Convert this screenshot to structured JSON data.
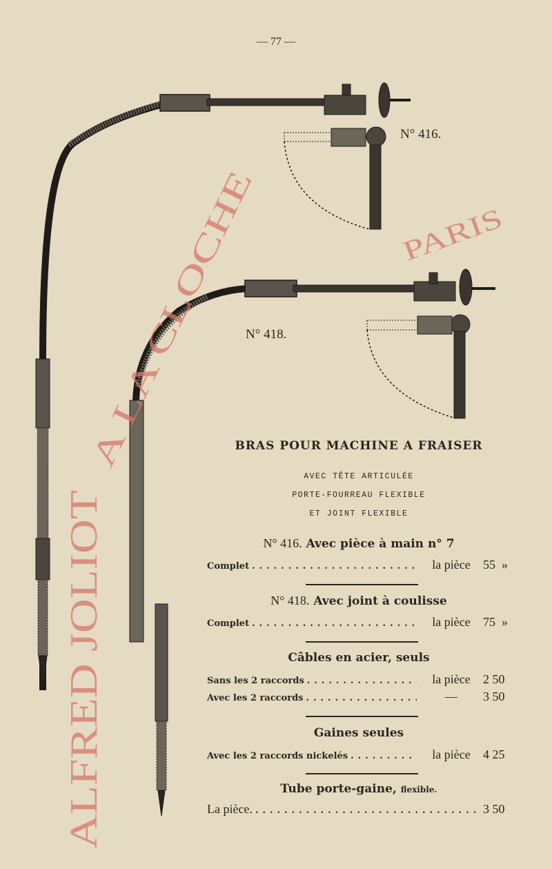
{
  "page_number": "— 77 —",
  "figures": [
    {
      "label": "N° 416."
    },
    {
      "label": "N° 418."
    }
  ],
  "stamp": {
    "line1": "A LA CLOCHE",
    "line2": "ALFRED JOLIOT",
    "line3": "PARIS",
    "color": "#d4766a"
  },
  "title": "BRAS POUR MACHINE A FRAISER",
  "subtitle": [
    "AVEC TÊTE ARTICULÉE",
    "PORTE-FOURREAU FLEXIBLE",
    "ET JOINT FLEXIBLE"
  ],
  "sections": [
    {
      "no": "N° 416.",
      "heading": "Avec pièce à main n° 7",
      "lines": [
        {
          "label": "Complet",
          "unit": "la pièce",
          "price": "55  »"
        }
      ]
    },
    {
      "no": "N° 418.",
      "heading": "Avec joint à coulisse",
      "lines": [
        {
          "label": "Complet",
          "unit": "la pièce",
          "price": "75  »"
        }
      ]
    },
    {
      "heading": "Câbles en acier, seuls",
      "lines": [
        {
          "label": "Sans les 2 raccords",
          "unit": "la pièce",
          "price": "2 50"
        },
        {
          "label": "Avec les 2 raccords",
          "unit": "—",
          "price": "3 50"
        }
      ]
    },
    {
      "heading": "Gaines seules",
      "lines": [
        {
          "label": "Avec les 2 raccords nickelés",
          "unit": "la pièce",
          "price": "4 25"
        }
      ]
    },
    {
      "heading": "Tube porte-gaine,",
      "heading_small": "flexible.",
      "lines": [
        {
          "label": "La pièce.",
          "unit": "",
          "price": "3 50"
        }
      ]
    }
  ]
}
